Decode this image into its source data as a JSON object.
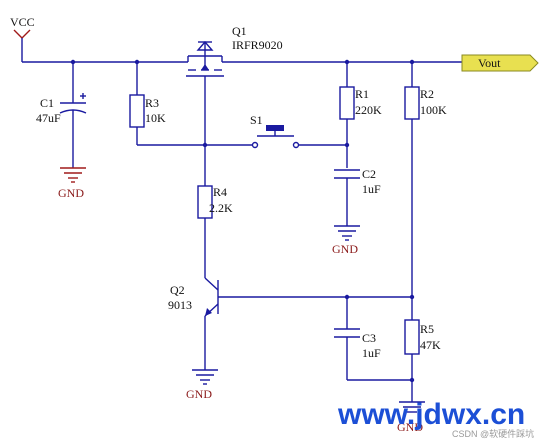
{
  "labels": {
    "vcc": "VCC",
    "vout": "Vout",
    "q1_ref": "Q1",
    "q1_part": "IRFR9020",
    "c1_ref": "C1",
    "c1_val": "47uF",
    "r3_ref": "R3",
    "r3_val": "10K",
    "s1_ref": "S1",
    "r1_ref": "R1",
    "r1_val": "220K",
    "r2_ref": "R2",
    "r2_val": "100K",
    "c2_ref": "C2",
    "c2_val": "1uF",
    "r4_ref": "R4",
    "r4_val": "2.2K",
    "q2_ref": "Q2",
    "q2_part": "9013",
    "c3_ref": "C3",
    "c3_val": "1uF",
    "r5_ref": "R5",
    "r5_val": "47K",
    "gnd": "GND"
  },
  "watermark": {
    "main": "www.jdwx.cn",
    "small": "CSDN @软硬件踩坑"
  },
  "colors": {
    "wire": "#1a1aa0",
    "ground_symbol_c1": "#a01a1a",
    "vout_flag": "#e8e050",
    "watermark": "#1c4fd6"
  }
}
